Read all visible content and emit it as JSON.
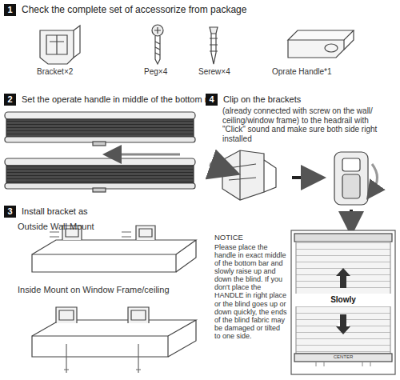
{
  "diagram": {
    "nodes": [
      {
        "text": [
          "1",
          "Check the complete set of accessorize from package"
        ]
      },
      {
        "text": [
          "2",
          "Set the operate handle in middle of the bottom rail"
        ]
      },
      {
        "text": [
          "3",
          "Install bracket as"
        ]
      },
      {
        "text": [
          "4",
          "Clip on the brackets"
        ]
      }
    ],
    "labels": [
      "Bracket×2",
      "Peg×4",
      "Serew×4",
      "Oprate Handle*1",
      "Outside Wall Mount",
      "Inside Mount on Window Frame/ceiling",
      "(already connected with screw on the wall/ ceiling/window frame) to the headrail with \"Click\" sound and make sure both side right installed",
      "NOTICE",
      "Please place the handle in exact middle of the bottom bar and slowly raise up and down the blind. If you don't place the HANDLE in right place or the blind goes up or down quickly, the ends of the blind fabric may be damaged or tilted to one side.",
      "Slowly",
      "CENTER"
    ]
  }
}
